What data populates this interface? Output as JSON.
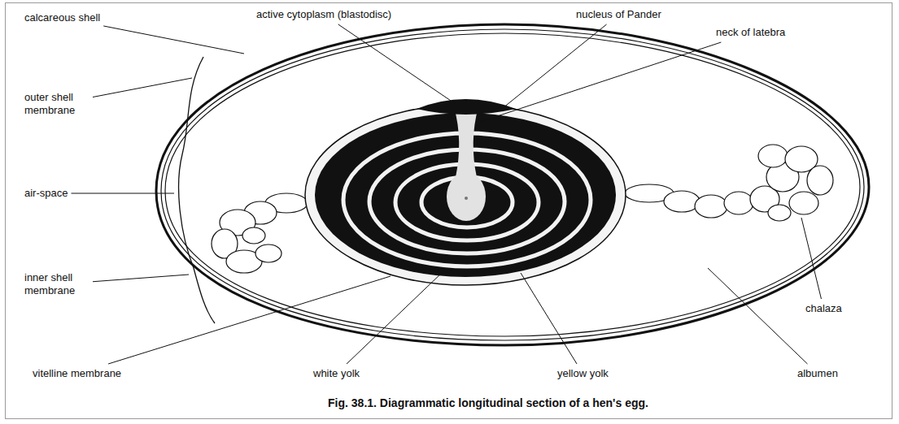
{
  "diagram": {
    "caption": "Fig. 38.1. Diagrammatic longitudinal section of a hen's egg.",
    "labels": [
      "calcareous shell",
      "active cytoplasm (blastodisc)",
      "nucleus of Pander",
      "neck of latebra",
      "outer shell membrane",
      "air-space",
      "inner shell membrane",
      "chalaza",
      "vitelline membrane",
      "white yolk",
      "yellow yolk",
      "albumen"
    ]
  }
}
